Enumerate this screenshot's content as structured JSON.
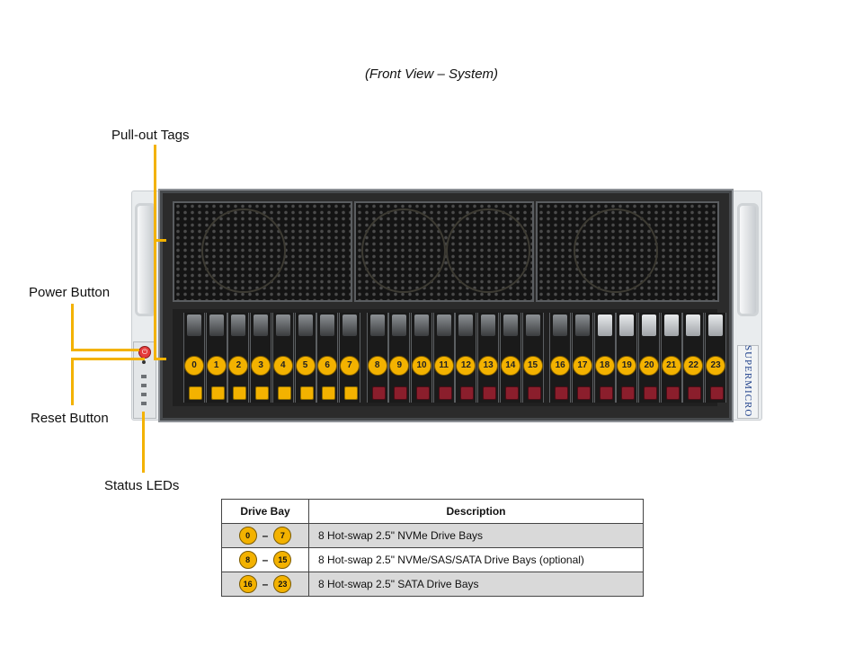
{
  "title": "(Front View – System)",
  "callouts": {
    "pull_out_tags": "Pull-out Tags",
    "power_button": "Power Button",
    "reset_button": "Reset Button",
    "status_leds": "Status LEDs"
  },
  "brand": "SUPERMICRO",
  "drive_numbers": [
    "0",
    "1",
    "2",
    "3",
    "4",
    "5",
    "6",
    "7",
    "8",
    "9",
    "10",
    "11",
    "12",
    "13",
    "14",
    "15",
    "16",
    "17",
    "18",
    "19",
    "20",
    "21",
    "22",
    "23"
  ],
  "table": {
    "headers": [
      "Drive Bay",
      "Description"
    ],
    "dash": "–",
    "rows": [
      {
        "from": "0",
        "to": "7",
        "description": "8 Hot-swap 2.5\" NVMe Drive Bays"
      },
      {
        "from": "8",
        "to": "15",
        "description": "8 Hot-swap 2.5\" NVMe/SAS/SATA Drive Bays (optional)"
      },
      {
        "from": "16",
        "to": "23",
        "description": "8 Hot-swap 2.5\" SATA Drive Bays"
      }
    ]
  },
  "colors": {
    "accent": "#f3b200",
    "latch_nvme": "#f3b200",
    "latch_other": "#8b1e2c",
    "brand": "#1d3f8a"
  },
  "icons": [
    "power-icon",
    "reset-icon",
    "status-led-icon",
    "fan-icon"
  ]
}
